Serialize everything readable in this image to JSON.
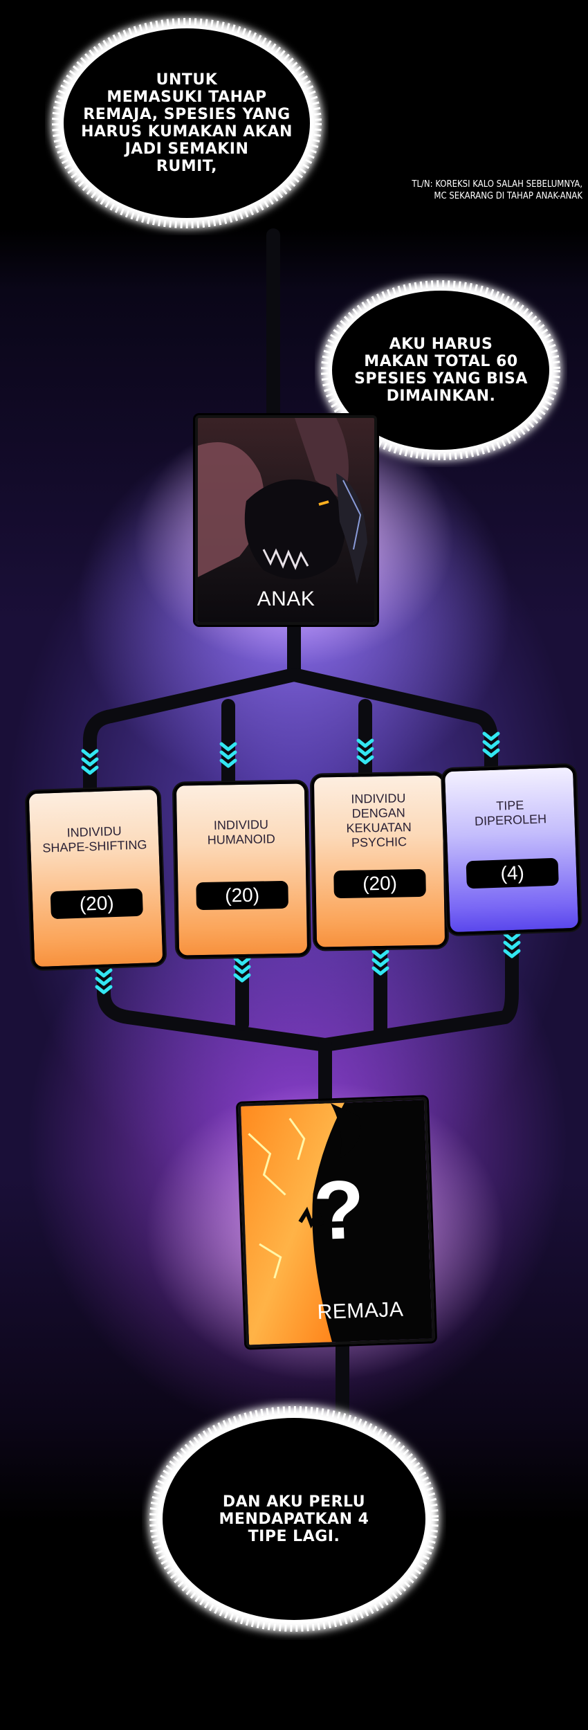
{
  "bubbles": {
    "top": "UNTUK\nMEMASUKI TAHAP\nREMAJA, SPESIES YANG\nHARUS KUMAKAN AKAN\nJADI SEMAKIN\nRUMIT,",
    "right": "AKU HARUS\nMAKAN TOTAL 60\nSPESIES YANG BISA\nDIMAINKAN.",
    "bottom": "DAN AKU PERLU\nMENDAPATKAN 4\nTIPE LAGI."
  },
  "tl_note": "TL/N: KOREKSI KALO SALAH SEBELUMNYA,\nMC SEKARANG DI TAHAP ANAK-ANAK",
  "stages": {
    "current": {
      "label": "ANAK"
    },
    "next": {
      "label": "REMAJA",
      "symbol": "?"
    }
  },
  "branches": [
    {
      "title": "INDIVIDU\nSHAPE-SHIFTING",
      "count": "(20)",
      "color": "orange"
    },
    {
      "title": "INDIVIDU\nHUMANOID",
      "count": "(20)",
      "color": "orange"
    },
    {
      "title": "INDIVIDU\nDENGAN\nKEKUATAN\nPSYCHIC",
      "count": "(20)",
      "color": "orange"
    },
    {
      "title": "TIPE\nDIPEROLEH",
      "count": "(4)",
      "color": "blue"
    }
  ],
  "colors": {
    "connector": "#0b0b10",
    "chevron": "#33e6f2",
    "orange_box": "#fba55a",
    "blue_box": "#7a68f5"
  }
}
